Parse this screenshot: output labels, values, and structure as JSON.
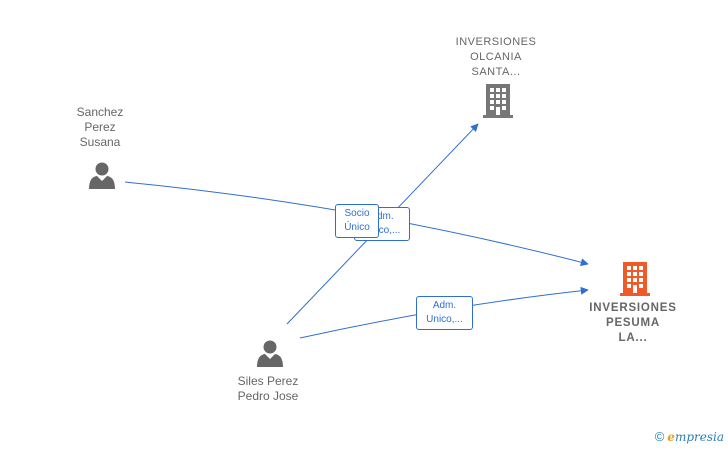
{
  "nodes": {
    "sanchez": {
      "label": "Sanchez\nPerez\nSusana",
      "type": "person"
    },
    "siles": {
      "label": "Siles Perez\nPedro Jose",
      "type": "person"
    },
    "olcania": {
      "label": "INVERSIONES\nOLCANIA\nSANTA...",
      "type": "company"
    },
    "pesuma": {
      "label": "INVERSIONES\nPESUMA\nLA...",
      "type": "company-main"
    }
  },
  "edges": {
    "siles_olcania": {
      "label": "Adm.\nUnico,..."
    },
    "sanchez_pesuma": {
      "label": "Socio\nÚnico"
    },
    "siles_pesuma": {
      "label": "Adm.\nUnico,..."
    }
  },
  "footer": {
    "copyright": "©",
    "brand_initial": "e",
    "brand_rest": "mpresia"
  },
  "colors": {
    "edge": "#2f6fd0",
    "person_icon": "#666666",
    "company_icon": "#777777",
    "main_company_icon": "#f05a28",
    "brand": "#2a7fb8"
  }
}
